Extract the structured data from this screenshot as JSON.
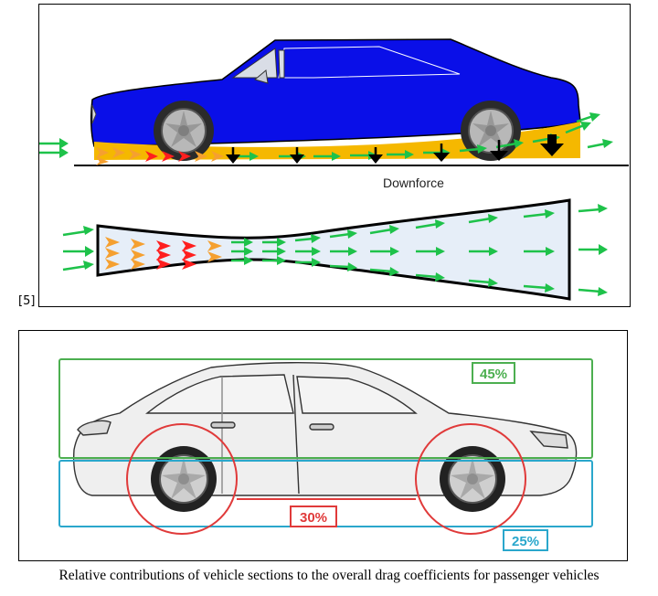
{
  "top_diagram": {
    "downforce_label": "Downforce",
    "reference": "[5]",
    "colors": {
      "body": "#0a0fe8",
      "floor": "#f5b800",
      "flow_arrow": "#1ec24a",
      "hot_arrow": "#ff1e1e",
      "warm_arrow": "#f5a030",
      "down_arrow": "#000000",
      "duct": "#e6eef8"
    },
    "icons": [
      "car-body-icon",
      "wheel-icon",
      "airflow-arrow-icon",
      "downforce-arrow-icon",
      "venturi-duct-icon"
    ]
  },
  "bottom_diagram": {
    "upper_region_pct": "45%",
    "lower_region_pct": "25%",
    "wheels_pct": "30%",
    "colors": {
      "upper": "#4caf50",
      "lower": "#2aa7cc",
      "wheels": "#e03a3a"
    },
    "icons": [
      "sedan-outline-icon"
    ]
  },
  "caption": "Relative contributions of vehicle sections to the overall drag coefficients for passenger vehicles"
}
